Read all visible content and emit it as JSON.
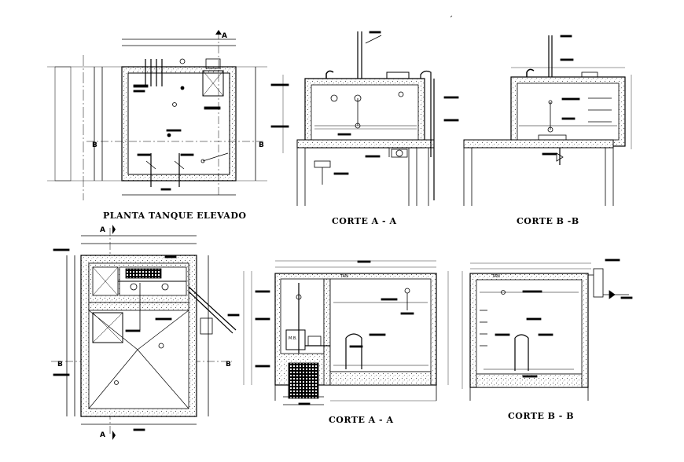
{
  "captions": {
    "top_plan": "PLANTA TANQUE ELEVADO",
    "top_section_a": "CORTE A - A",
    "top_section_b": "CORTE B -B",
    "bottom_section_a": "CORTE A - A",
    "bottom_section_b": "CORTE B - B"
  },
  "section_marks": {
    "a": "A",
    "b": "B"
  },
  "room_labels": {
    "tan": "TAN",
    "mb": "M.B."
  },
  "colors": {
    "line": "#000000",
    "concrete_dot": "#555555",
    "background": "#ffffff"
  }
}
